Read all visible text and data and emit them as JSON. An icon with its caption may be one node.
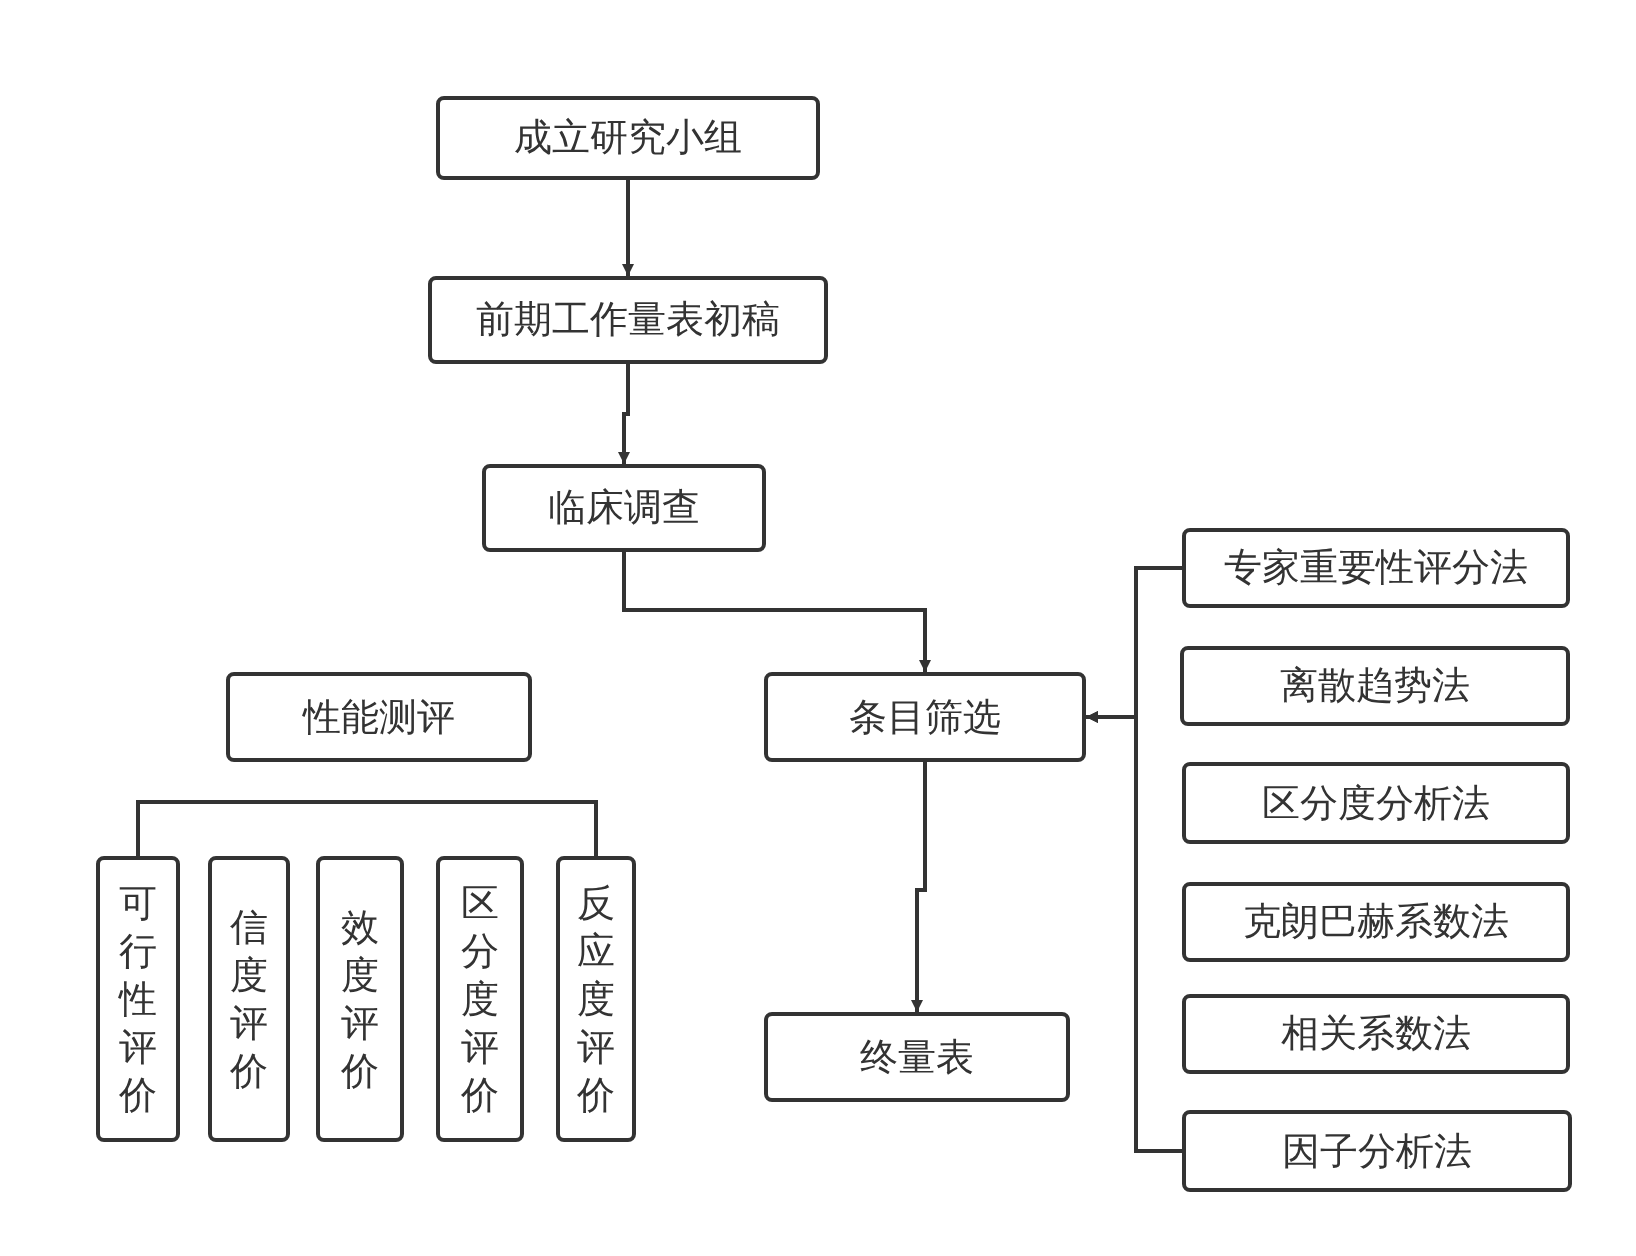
{
  "diagram": {
    "nodes": [
      {
        "text": [
          "成立研究小组"
        ]
      },
      {
        "text": [
          "前期工作量表初稿"
        ]
      },
      {
        "text": [
          "临床调查"
        ]
      },
      {
        "text": [
          "性能测评"
        ]
      },
      {
        "text": [
          "条目筛选"
        ]
      },
      {
        "text": [
          "终量表"
        ]
      },
      {
        "text": [
          "可行性评价"
        ]
      },
      {
        "text": [
          "信度评价"
        ]
      },
      {
        "text": [
          "效度评价"
        ]
      },
      {
        "text": [
          "区分度评价"
        ]
      },
      {
        "text": [
          "反应度评价"
        ]
      },
      {
        "text": [
          "专家重要性评分法"
        ]
      },
      {
        "text": [
          "离散趋势法"
        ]
      },
      {
        "text": [
          "区分度分析法"
        ]
      },
      {
        "text": [
          "克朗巴赫系数法"
        ]
      },
      {
        "text": [
          "相关系数法"
        ]
      },
      {
        "text": [
          "因子分析法"
        ]
      }
    ],
    "edges": [
      {
        "from": 0,
        "to": 1,
        "arrow": "to"
      },
      {
        "from": 1,
        "to": 2,
        "arrow": "to"
      },
      {
        "from": 2,
        "to": 4,
        "arrow": "to"
      },
      {
        "from": 4,
        "to": 5,
        "arrow": "to"
      },
      {
        "from": 11,
        "to": 4,
        "arrow": "to"
      },
      {
        "from": 16,
        "to": 4,
        "arrow": "to"
      },
      {
        "from": 6,
        "to": 10,
        "arrow": "none"
      }
    ]
  }
}
